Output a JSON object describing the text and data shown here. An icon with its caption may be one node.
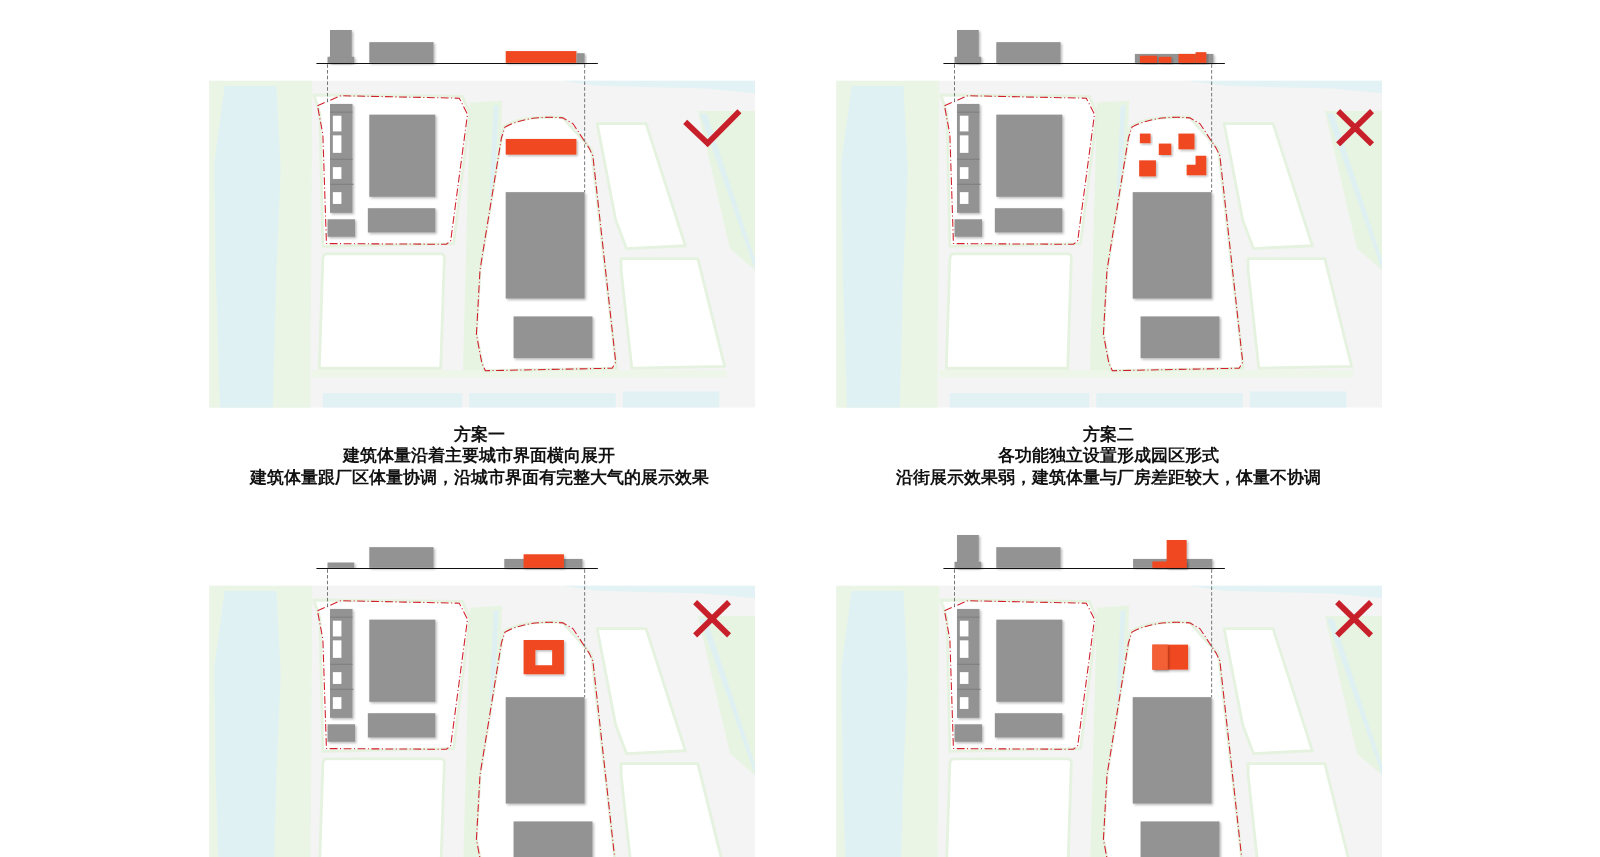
{
  "diagram": {
    "labels": [
      "方案一",
      "建筑体量沿着主要城市界面横向展开",
      "建筑体量跟厂区体量协调，沿城市界面有完整大气的展示效果",
      "方案二",
      "各功能独立设置形成园区形式",
      "沿街展示效果弱，建筑体量与厂房差距较大，体量不协调"
    ]
  }
}
